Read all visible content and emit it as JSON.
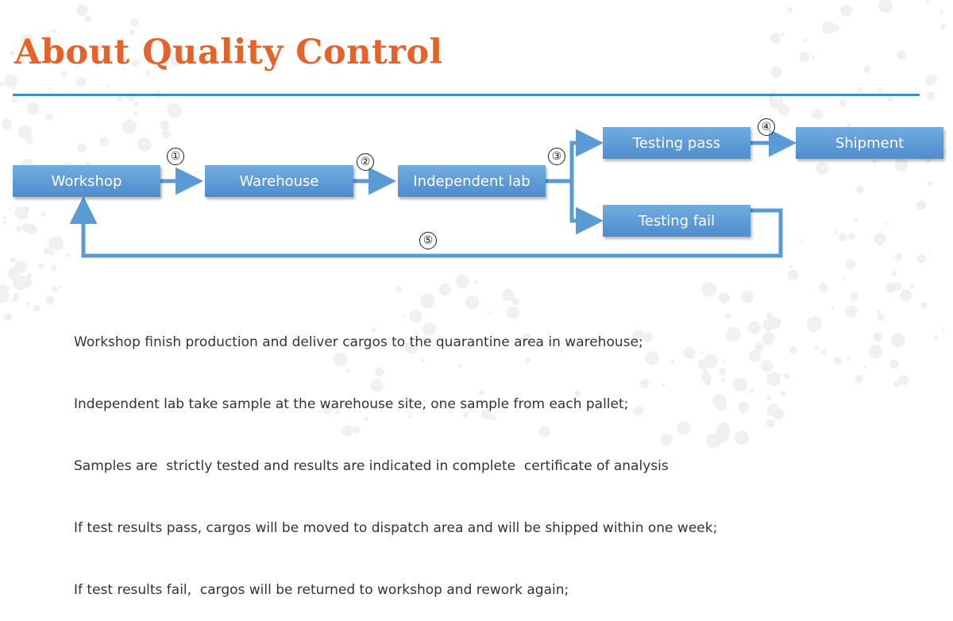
{
  "title": "About Quality Control",
  "colors": {
    "accent": "#e3632a",
    "rule": "#3a8dc8",
    "node": "#5b9bd5",
    "connector": "#5b9bd5"
  },
  "nodes": {
    "workshop": "Workshop",
    "warehouse": "Warehouse",
    "lab": "Independent lab",
    "pass": "Testing pass",
    "fail": "Testing fail",
    "shipment": "Shipment"
  },
  "steps": [
    "①",
    "②",
    "③",
    "④",
    "⑤"
  ],
  "notes": [
    "Workshop finish production and deliver cargos to the quarantine area in warehouse;",
    "Independent lab take sample at the warehouse site, one sample from each pallet;",
    "Samples are  strictly tested and results are indicated in complete  certificate of analysis",
    "If test results pass, cargos will be moved to dispatch area and will be shipped within one week;",
    "If test results fail,  cargos will be returned to workshop and rework again;"
  ]
}
